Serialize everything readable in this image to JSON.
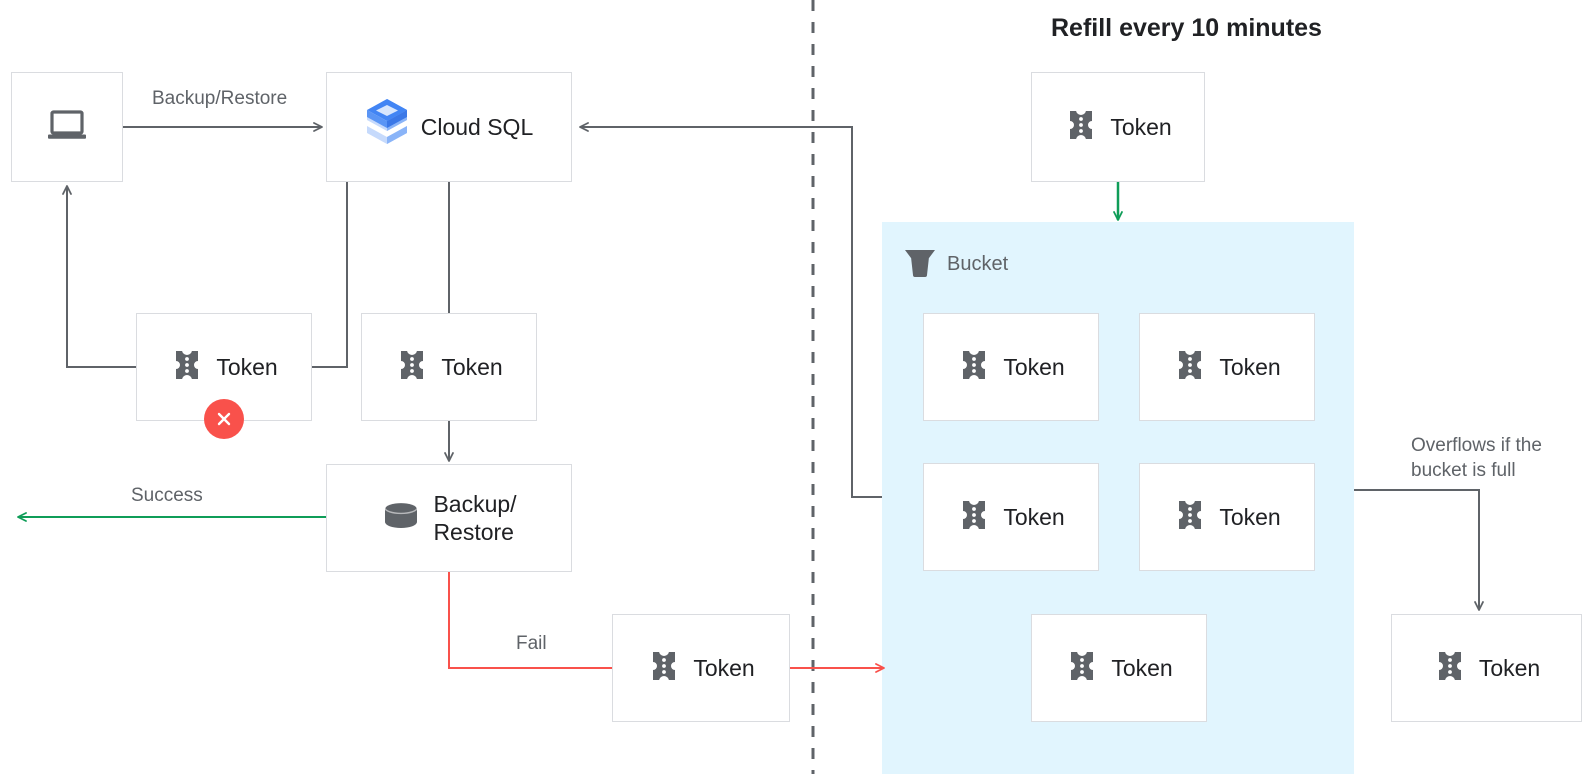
{
  "headline": "Refill every 10 minutes",
  "colors": {
    "bucket_background": "#e1f5fe",
    "node_border": "#dadce0",
    "wire_gray": "#5f6368",
    "wire_green": "#0f9d58",
    "wire_red": "#f9514b",
    "token_icon": "#5f6368",
    "text_primary": "#202124",
    "text_secondary": "#5f6368",
    "error_badge": "#f9514b",
    "cloudsql_blue_dark": "#4285f4",
    "cloudsql_blue_mid": "#8ab4f8",
    "cloudsql_blue_light": "#c6dafc"
  },
  "nodes": {
    "client": {
      "label": "",
      "icon": "laptop-icon"
    },
    "cloud_sql": {
      "label": "Cloud SQL",
      "icon": "cloud-sql-icon"
    },
    "token_client": {
      "label": "Token",
      "icon": "token-icon",
      "badge": "error-x-badge"
    },
    "token_cloudsql": {
      "label": "Token",
      "icon": "token-icon"
    },
    "backup_restore": {
      "label": "Backup/\nRestore",
      "icon": "database-icon"
    },
    "token_fail": {
      "label": "Token",
      "icon": "token-icon"
    },
    "token_refill": {
      "label": "Token",
      "icon": "token-icon"
    },
    "token_overflow": {
      "label": "Token",
      "icon": "token-icon"
    }
  },
  "bucket": {
    "label": "Bucket",
    "icon": "bucket-icon",
    "tokens": [
      {
        "label": "Token",
        "icon": "token-icon"
      },
      {
        "label": "Token",
        "icon": "token-icon"
      },
      {
        "label": "Token",
        "icon": "token-icon"
      },
      {
        "label": "Token",
        "icon": "token-icon"
      },
      {
        "label": "Token",
        "icon": "token-icon"
      }
    ]
  },
  "edges": {
    "backup_restore_label": "Backup/Restore",
    "success_label": "Success",
    "fail_label": "Fail",
    "overflow_label": "Overflows if the\nbucket is full"
  }
}
